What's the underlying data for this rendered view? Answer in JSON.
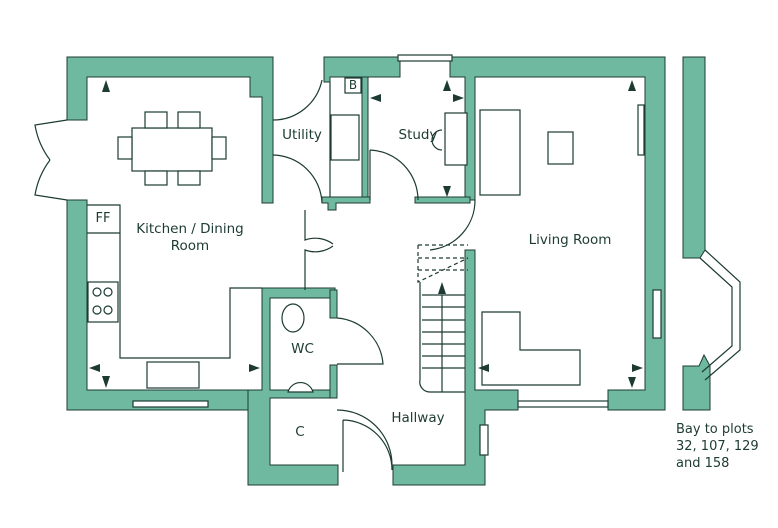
{
  "plan": {
    "wall_color": "#6fb9a0",
    "line_color": "#1d3b33",
    "rooms": {
      "kitchen": "Kitchen / Dining",
      "kitchen_line2": "Room",
      "utility": "Utility",
      "study": "Study",
      "living": "Living Room",
      "wc": "WC",
      "cupboard": "C",
      "hallway": "Hallway"
    },
    "fixtures": {
      "fridge_freezer": "FF",
      "boiler": "B"
    },
    "note": {
      "line1": "Bay to plots",
      "line2": "32, 107, 129",
      "line3": "and 158"
    }
  }
}
